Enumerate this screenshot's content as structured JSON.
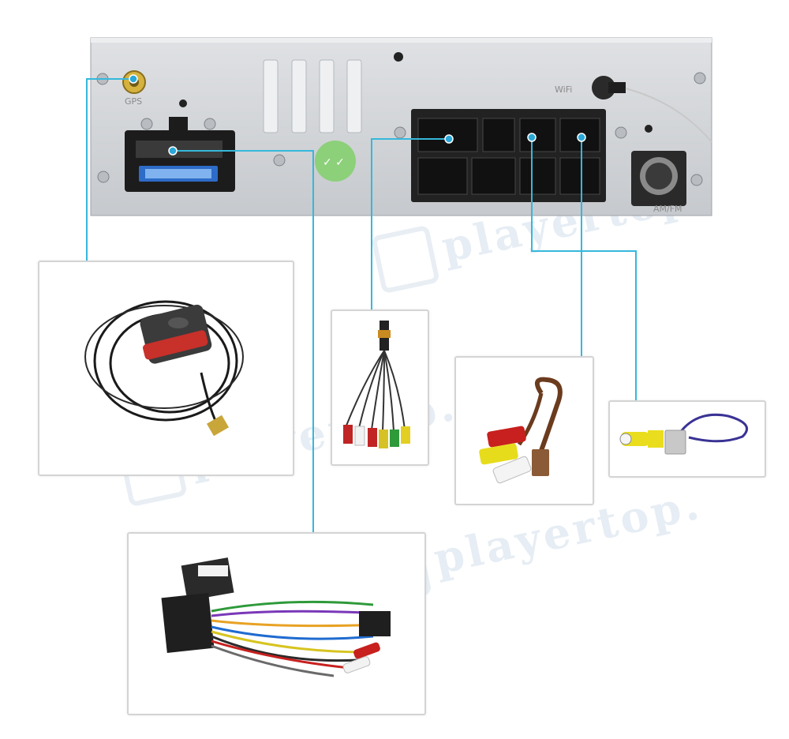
{
  "watermark": {
    "text": "playertop."
  },
  "unit": {
    "gps_port_label": "GPS",
    "wifi_label": "WiFi",
    "am_fm_label": "AM/FM"
  },
  "colors": {
    "connector_line": "#35b8dc",
    "panel": "#d3d5d8",
    "dot": "#2aa8d8"
  },
  "components": [
    {
      "name": "gps-antenna",
      "icon": "gps-antenna-icon"
    },
    {
      "name": "rca-video-output-cable",
      "icon": "rca-cable-icon"
    },
    {
      "name": "rca-audio-cable",
      "icon": "rca-cable-icon"
    },
    {
      "name": "camera-input-cable",
      "icon": "camera-cable-icon"
    },
    {
      "name": "main-power-harness",
      "icon": "wiring-harness-icon"
    }
  ]
}
